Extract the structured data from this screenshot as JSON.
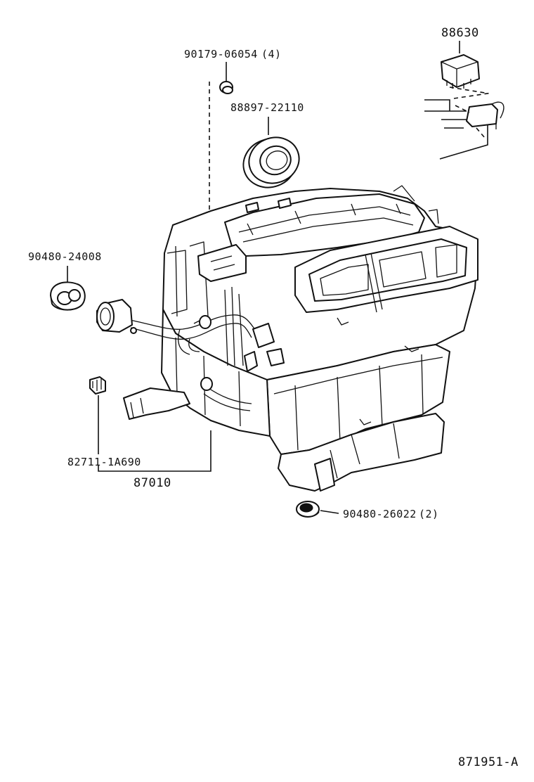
{
  "diagram": {
    "callouts": {
      "relay": "88630",
      "screw": "90179-06054",
      "screw_qty": "(4)",
      "seal": "88897-22110",
      "grommet_left": "90480-24008",
      "clip": "82711-1A690",
      "unit": "87010",
      "grommet_bottom": "90480-26022",
      "grommet_bottom_qty": "(2)"
    },
    "figure_id": "871951-A"
  }
}
